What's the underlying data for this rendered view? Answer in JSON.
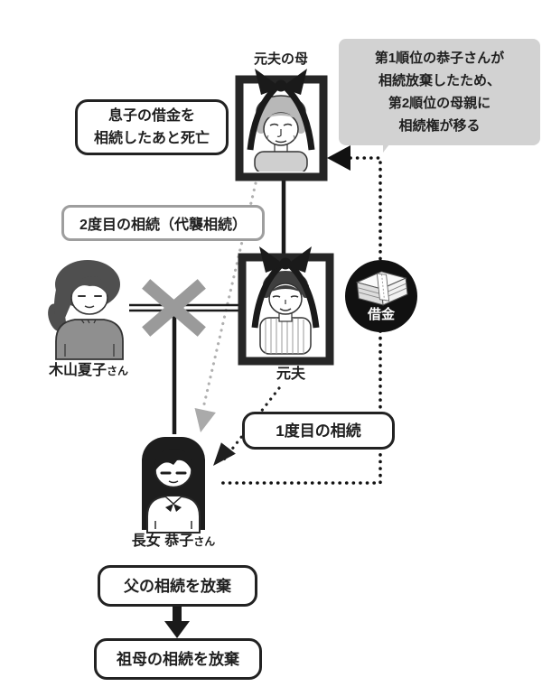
{
  "title_hint": "inheritance-renunciation-family-diagram",
  "colors": {
    "ink": "#1f1f1f",
    "frame_dark": "#262626",
    "callout_gray": "#d2d2d2",
    "box_border_gray": "#9e9e9e",
    "divorce_x_gray": "#9a9a9a",
    "dotted_gray": "#b0b0b0",
    "sweater_gray": "#8f8f8f",
    "debt_circle": "#111111"
  },
  "people": {
    "mother": {
      "name": "元夫の母"
    },
    "ex_husband": {
      "name": "元夫"
    },
    "ex_wife": {
      "name": "木山夏子",
      "suffix": "さん"
    },
    "daughter": {
      "name": "長女 恭子",
      "suffix": "さん"
    }
  },
  "debt_badge": {
    "label": "借金"
  },
  "callout": {
    "line1": "第1順位の恭子さんが",
    "line2": "相続放棄したため、",
    "line3": "第2順位の母親に",
    "line4": "相続権が移る"
  },
  "notes": {
    "death_note_line1": "息子の借金を",
    "death_note_line2": "相続したあと死亡",
    "second_inheritance": "2度目の相続（代襲相続）",
    "first_inheritance": "1度目の相続",
    "renounce_father": "父の相続を放棄",
    "renounce_grandmother": "祖母の相続を放棄"
  }
}
